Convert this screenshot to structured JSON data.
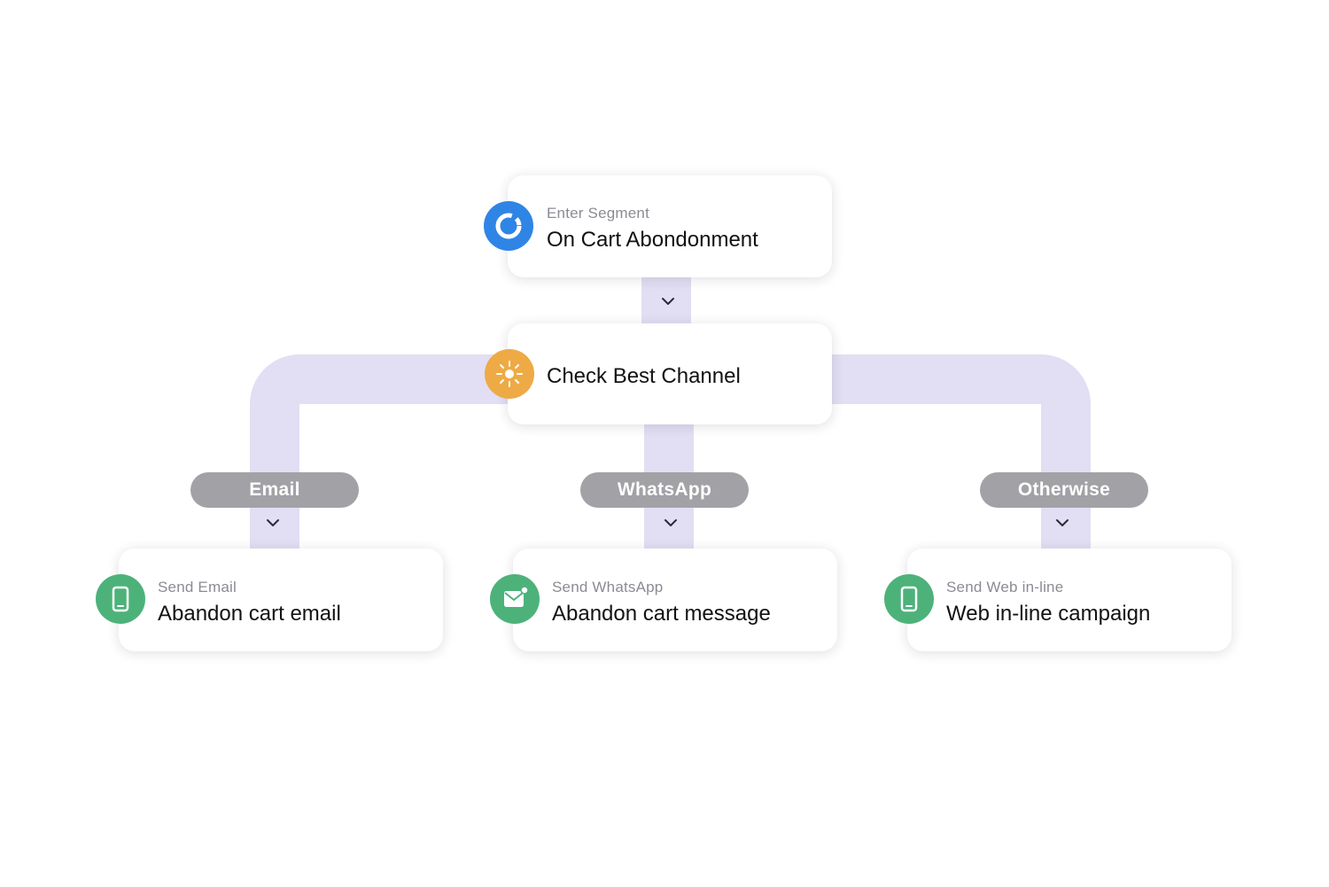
{
  "colors": {
    "connector": "#e2def3",
    "pill": "#a2a2a6",
    "segment_badge": "#2f85e6",
    "channel_badge": "#eeaa45",
    "action_badge": "#4db27a"
  },
  "trigger": {
    "subtitle": "Enter Segment",
    "title": "On Cart Abondonment",
    "icon": "segment-ring-icon"
  },
  "decision": {
    "title": "Check Best Channel",
    "icon": "sparkle-icon"
  },
  "branches": [
    {
      "label": "Email",
      "subtitle": "Send Email",
      "title": "Abandon cart email",
      "icon": "phone-icon"
    },
    {
      "label": "WhatsApp",
      "subtitle": "Send WhatsApp",
      "title": "Abandon cart message",
      "icon": "envelope-icon"
    },
    {
      "label": "Otherwise",
      "subtitle": "Send Web in-line",
      "title": "Web in-line campaign",
      "icon": "phone-icon"
    }
  ]
}
